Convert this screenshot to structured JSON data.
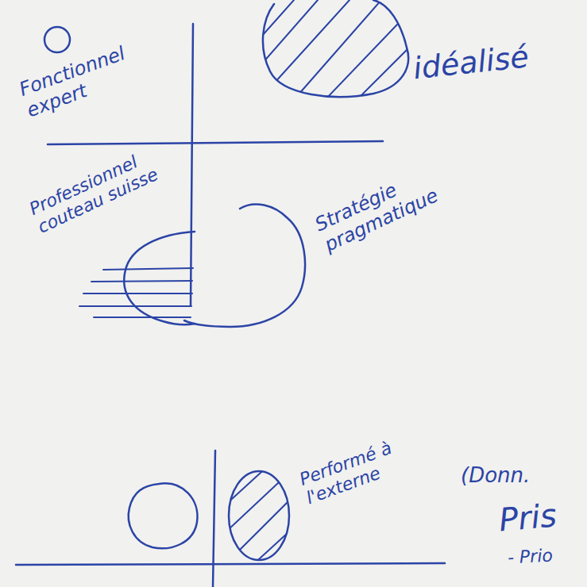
{
  "diagram": {
    "labels": [
      "Fonctionnel expert",
      "idéalisé",
      "Professionnel couteau suisse",
      "Stratégie pragmatique",
      "Performé à l'externe",
      "(Donn.",
      "Pris",
      "- Prio"
    ]
  }
}
